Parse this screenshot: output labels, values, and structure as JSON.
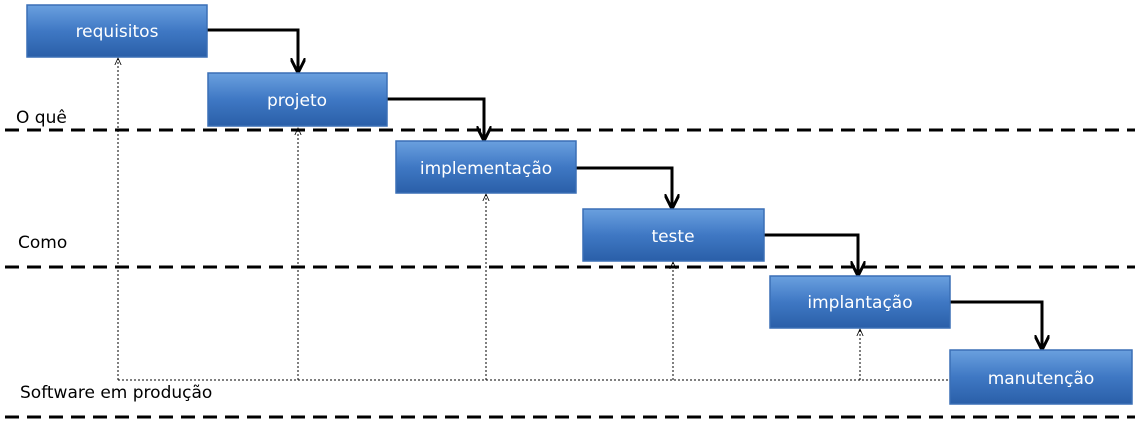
{
  "zones": {
    "what": "O quê",
    "how": "Como",
    "production": "Software em produção"
  },
  "phases": [
    {
      "id": "requisitos",
      "label": "requisitos"
    },
    {
      "id": "projeto",
      "label": "projeto"
    },
    {
      "id": "implementacao",
      "label": "implementação"
    },
    {
      "id": "teste",
      "label": "teste"
    },
    {
      "id": "implantacao",
      "label": "implantação"
    },
    {
      "id": "manutencao",
      "label": "manutenção"
    }
  ],
  "colors": {
    "box_top": "#5b93d6",
    "box_bottom": "#2a5fa8",
    "box_border": "#3a6fb5",
    "line": "#000000"
  }
}
